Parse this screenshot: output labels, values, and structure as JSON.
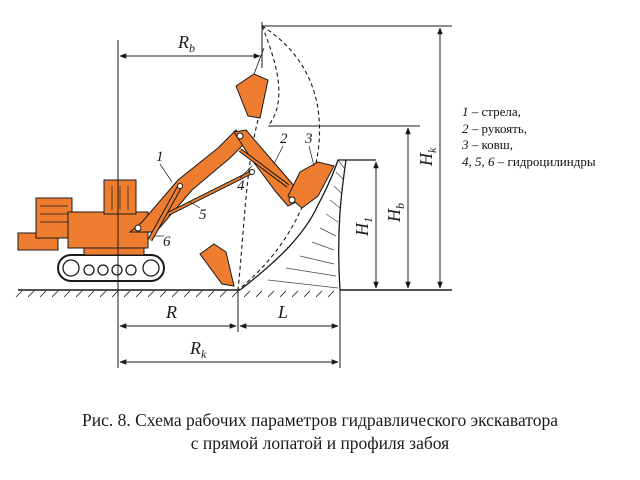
{
  "colors": {
    "machine": "#ef7d30",
    "machine_dark": "#c95a16",
    "ink": "#1a1a1a"
  },
  "dimensions": {
    "Rb": "R",
    "Rb_sub": "b",
    "Hk": "H",
    "Hk_sub": "k",
    "Hb": "H",
    "Hb_sub": "b",
    "H1": "H",
    "H1_sub": "1",
    "R": "R",
    "L": "L",
    "Rk": "R",
    "Rk_sub": "k"
  },
  "part_numbers": [
    "1",
    "2",
    "3",
    "4",
    "5",
    "6"
  ],
  "legend": [
    {
      "num": "1",
      "text": " – стрела,"
    },
    {
      "num": "2",
      "text": " – рукоять,"
    },
    {
      "num": "3",
      "text": " – ковш,"
    },
    {
      "num": "4, 5, 6",
      "text": " – гидроцилиндры"
    }
  ],
  "caption": {
    "line1": "Рис. 8. Схема рабочих параметров гидравлического экскаватора",
    "line2": "с прямой лопатой и профиля забоя"
  }
}
